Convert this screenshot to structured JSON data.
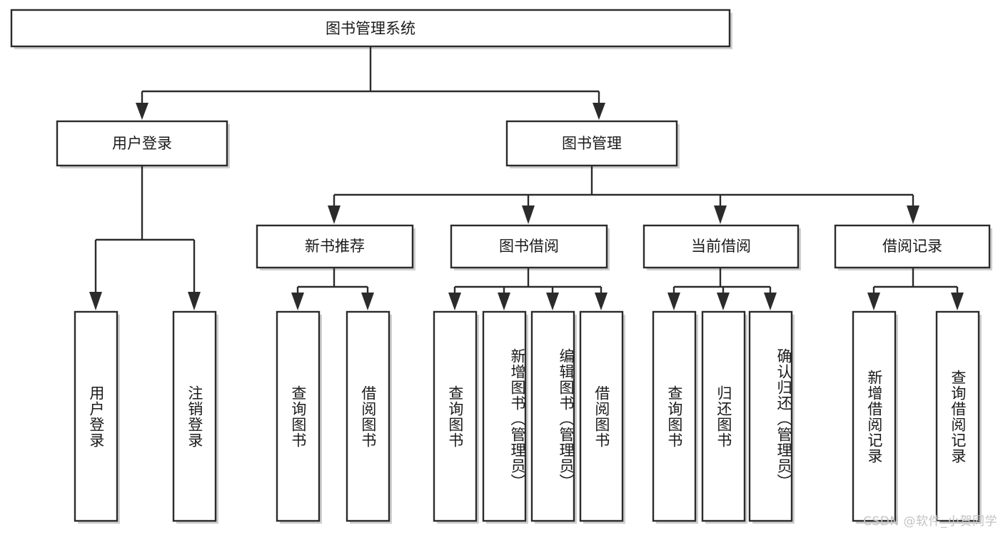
{
  "diagram": {
    "type": "tree",
    "title": "图书管理系统",
    "watermark": "CSDN @软件_小贺同学",
    "nodes": {
      "root": {
        "label": "图书管理系统"
      },
      "level2": [
        {
          "label": "用户登录"
        },
        {
          "label": "图书管理"
        }
      ],
      "level3": [
        {
          "label": "新书推荐"
        },
        {
          "label": "图书借阅"
        },
        {
          "label": "当前借阅"
        },
        {
          "label": "借阅记录"
        }
      ],
      "leaves_user_login": [
        {
          "label": "用户登录"
        },
        {
          "label": "注销登录"
        }
      ],
      "leaves_new_book": [
        {
          "label": "查询图书"
        },
        {
          "label": "借阅图书"
        }
      ],
      "leaves_borrow": [
        {
          "label": "查询图书"
        },
        {
          "label": "新增图书（管理员）"
        },
        {
          "label": "编辑图书（管理员）"
        },
        {
          "label": "借阅图书"
        }
      ],
      "leaves_current": [
        {
          "label": "查询图书"
        },
        {
          "label": "归还图书"
        },
        {
          "label": "确认归还（管理员）"
        }
      ],
      "leaves_record": [
        {
          "label": "新增借阅记录"
        },
        {
          "label": "查询借阅记录"
        }
      ]
    },
    "colors": {
      "stroke": "#2b2b2b",
      "fill": "#ffffff",
      "text": "#1a1a1a",
      "watermark": "#c3c3c3"
    }
  }
}
